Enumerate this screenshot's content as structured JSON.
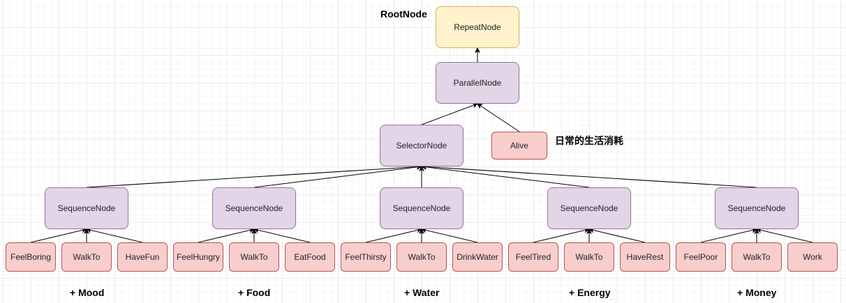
{
  "root_label": "RootNode",
  "alive_note": "日常的生活消耗",
  "nodes": {
    "repeat": "RepeatNode",
    "parallel": "ParallelNode",
    "selector": "SelectorNode",
    "alive": "Alive",
    "seq_mood": "SequenceNode",
    "seq_food": "SequenceNode",
    "seq_water": "SequenceNode",
    "seq_energy": "SequenceNode",
    "seq_money": "SequenceNode"
  },
  "groups": [
    {
      "leaves": [
        "FeelBoring",
        "WalkTo",
        "HaveFun"
      ],
      "caption": "+ Mood"
    },
    {
      "leaves": [
        "FeelHungry",
        "WalkTo",
        "EatFood"
      ],
      "caption": "+ Food"
    },
    {
      "leaves": [
        "FeelThirsty",
        "WalkTo",
        "DrinkWater"
      ],
      "caption": "+ Water"
    },
    {
      "leaves": [
        "FeelTired",
        "WalkTo",
        "HaveRest"
      ],
      "caption": "+ Energy"
    },
    {
      "leaves": [
        "FeelPoor",
        "WalkTo",
        "Work"
      ],
      "caption": "+ Money"
    }
  ],
  "colors": {
    "process_fill": "#e1d5e7",
    "process_border": "#9673a6",
    "root_fill": "#fff2cc",
    "root_border": "#d6b656",
    "action_fill": "#f8cecc",
    "action_border": "#b85450",
    "edge": "#000000"
  }
}
